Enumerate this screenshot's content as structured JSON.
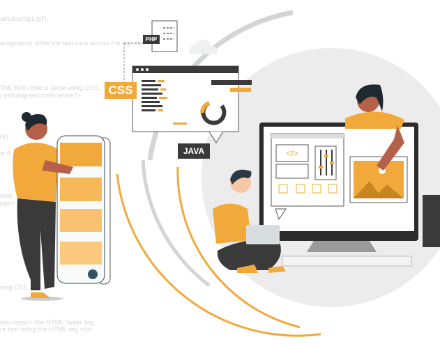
{
  "background_code": [
    "amples/bg1.gif');",
    "ackground, while the text runs across the top.</p",
    "TML font code is done using CSS.",
    "r:yellowgreen;color:white;\">",
    "e() ;",
    "is d",
    "italic",
    "pan>",
    "sing CSS",
    "me</span> the HTML 'span' tag.",
    "ur text using the HTML tag.</p>"
  ],
  "labels": {
    "php": "PHP",
    "css": "CSS",
    "java": "JAVA",
    "code_symbol": "</>"
  },
  "colors": {
    "accent": "#f2a93b",
    "dark": "#3a3a3a",
    "skin": "#b5614a",
    "circle": "#ececec"
  }
}
